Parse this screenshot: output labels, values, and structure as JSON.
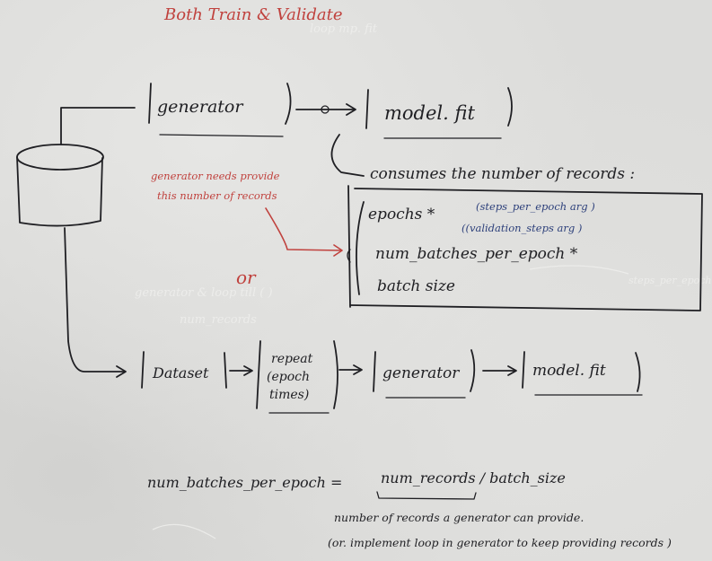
{
  "board": {
    "title": "Both Train & Validate",
    "colors": {
      "black_ink": "#1f1f23",
      "red_ink": "#c0413d",
      "blue_ink": "#2c3f7a",
      "board": "#dcdcda"
    },
    "top_flow": {
      "generator_label": "generator",
      "model_fit_label": "model. fit"
    },
    "consumes_label": "consumes the number of records :",
    "red_note": {
      "line1": "generator needs provide",
      "line2": "this number of records"
    },
    "or_label": "or",
    "params": {
      "epochs": "epochs *",
      "num_batches": "num_batches_per_epoch *",
      "batch_size": "batch size",
      "blue_note1": "(steps_per_epoch arg )",
      "blue_note2": "((validation_steps arg )"
    },
    "bottom_flow": {
      "dataset_label": "Dataset",
      "repeat_line1": "repeat",
      "repeat_line2": "(epoch",
      "repeat_line3": "times)",
      "generator_label": "generator",
      "model_fit_label": "model. fit"
    },
    "equation": {
      "lhs": "num_batches_per_epoch =",
      "rhs": "num_records / batch_size"
    },
    "footnote": {
      "line1": "number of records a generator can provide.",
      "line2": "(or. implement loop in generator to keep providing records )"
    },
    "ghost_text": {
      "g1": "loop mp. fit",
      "g2": "generator & loop till (    )",
      "g3": "num_records",
      "g4": "steps_per_epoch"
    }
  }
}
